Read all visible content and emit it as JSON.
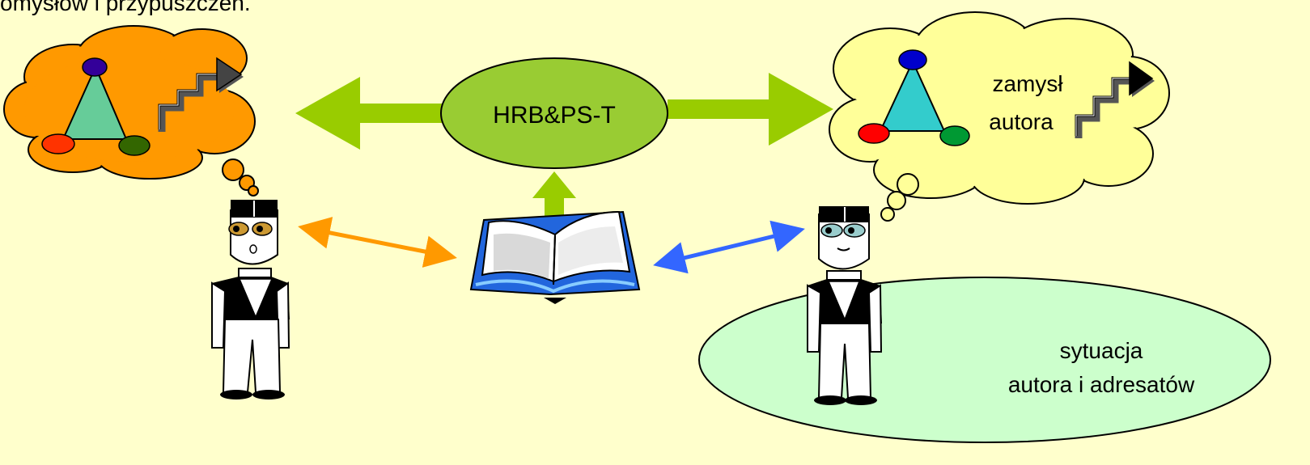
{
  "caption": "omysłów i przypuszczeń.",
  "center_node": {
    "label": "HRB&PS-T"
  },
  "author_thought": {
    "line1": "zamysł",
    "line2": "autora"
  },
  "situation": {
    "line1": "sytuacja",
    "line2": "autora i adresatów"
  },
  "colors": {
    "background": "#ffffcc",
    "reader_cloud": "#ff9900",
    "author_cloud": "#ffff99",
    "central_ellipse": "#99cc33",
    "arrow_green": "#99cc00",
    "arrow_orange": "#ff9900",
    "arrow_blue": "#3366ff",
    "situation_ellipse": "#ccffcc",
    "triangle_left": "#66cc99",
    "triangle_right": "#33cccc"
  }
}
